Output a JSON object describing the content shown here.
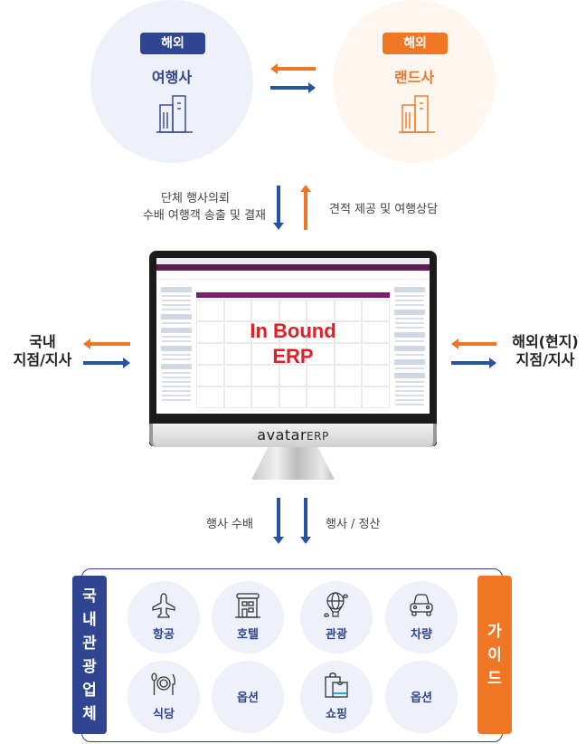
{
  "top": {
    "left_node": {
      "tag": "해외",
      "title": "여행사",
      "icon": "building-icon",
      "color": "#2f4592"
    },
    "right_node": {
      "tag": "해외",
      "title": "랜드사",
      "icon": "building-icon",
      "color": "#ef7625"
    }
  },
  "flows": {
    "down_label_line1": "단체 행사의뢰",
    "down_label_line2": "수배 여행객 송출 및 결재",
    "up_label": "견적 제공 및 여행상담",
    "left_side_line1": "국내",
    "left_side_line2": "지점/지사",
    "right_side_line1": "해외(현지)",
    "right_side_line2": "지점/지사",
    "bottom_left_label": "행사 수배",
    "bottom_right_label": "행사 / 정산"
  },
  "center": {
    "overlay_line1": "In Bound",
    "overlay_line2": "ERP",
    "brand_main": "avatar",
    "brand_suffix": "ERP"
  },
  "bottom": {
    "left_tag": [
      "국",
      "내",
      "관",
      "광",
      "업",
      "체"
    ],
    "right_tag": [
      "가",
      "이",
      "드"
    ],
    "services": [
      {
        "label": "항공",
        "icon": "airplane-icon"
      },
      {
        "label": "호텔",
        "icon": "hotel-icon"
      },
      {
        "label": "관광",
        "icon": "hot-air-balloon-icon"
      },
      {
        "label": "차량",
        "icon": "car-icon"
      },
      {
        "label": "식당",
        "icon": "restaurant-icon"
      },
      {
        "label": "옵션",
        "icon": ""
      },
      {
        "label": "쇼핑",
        "icon": "shopping-bag-icon"
      },
      {
        "label": "옵션",
        "icon": ""
      }
    ]
  },
  "colors": {
    "navy": "#2f4592",
    "orange": "#ef7625",
    "arrow_blue": "#2753a4"
  }
}
